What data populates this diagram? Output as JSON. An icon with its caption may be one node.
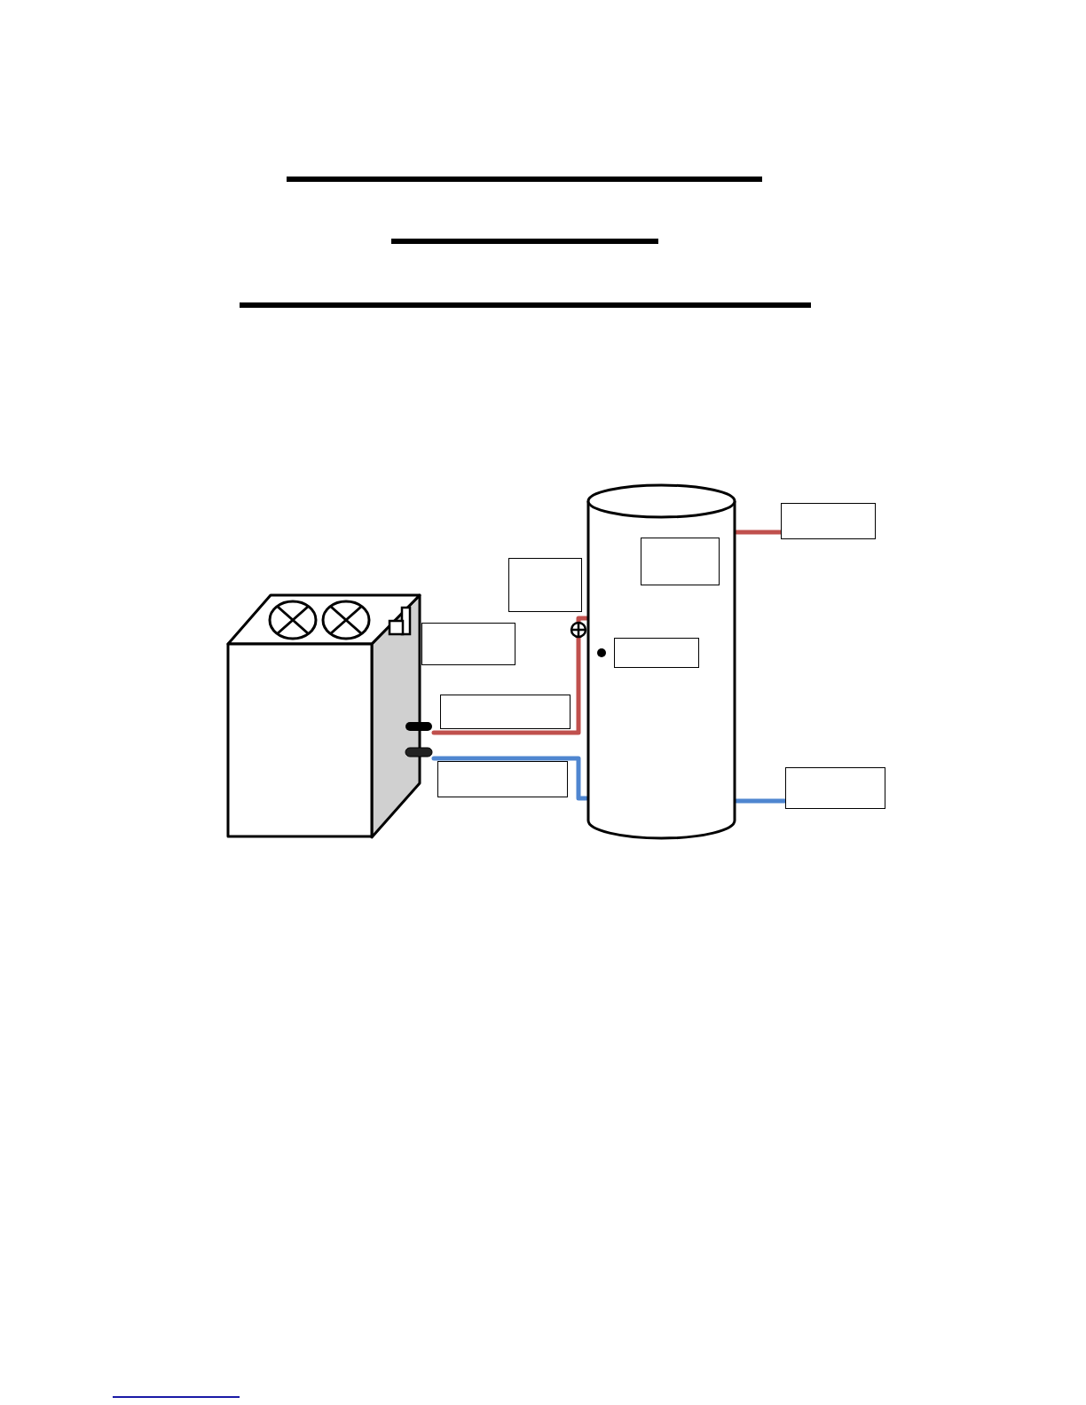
{
  "diagram": {
    "nodes": [
      {
        "text": [],
        "shape": "cylinder"
      },
      {
        "text": [],
        "shape": "box"
      },
      {
        "text": [],
        "shape": "box",
        "in": 0
      },
      {
        "text": [],
        "shape": "box"
      },
      {
        "text": [],
        "shape": "box"
      },
      {
        "text": [],
        "shape": "box"
      },
      {
        "text": [],
        "shape": "box",
        "in": 0
      },
      {
        "text": [],
        "shape": "box"
      },
      {
        "text": [],
        "shape": "box"
      },
      {
        "text": [],
        "shape": "box"
      }
    ],
    "edges": [
      {
        "from": 4,
        "to": 0,
        "arrow": "none",
        "color": "#c0504d"
      },
      {
        "from": 4,
        "to": 0,
        "arrow": "none",
        "color": "#4f86d0"
      },
      {
        "from": 0,
        "to": 1,
        "arrow": "none",
        "color": "#c0504d"
      },
      {
        "from": 0,
        "to": 9,
        "arrow": "none",
        "color": "#4f86d0"
      }
    ]
  }
}
